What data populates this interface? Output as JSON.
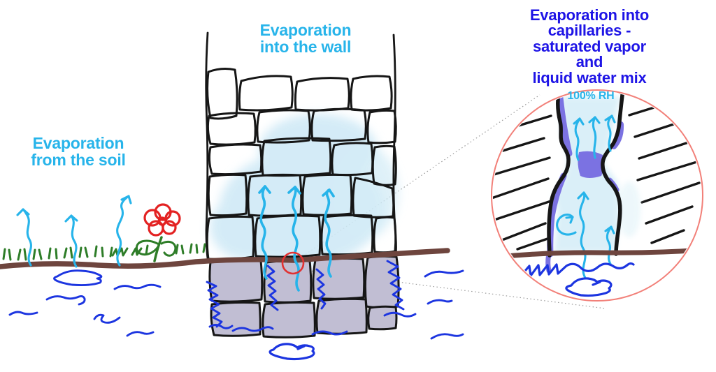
{
  "labels": {
    "soil": "Evaporation\nfrom the soil",
    "wall": "Evaporation\ninto the wall",
    "inset_title": "Evaporation into capillaries -\nsaturated vapor and\nliquid water mix",
    "rh": "100% RH"
  },
  "colors": {
    "cyan": "#27b4ea",
    "title_blue": "#1e14e6",
    "water_blue": "#1c35e0",
    "brown": "#6e453e",
    "grass_green": "#2e7d28",
    "flower_red": "#e32222",
    "marker_red": "#e03232",
    "inset_ring_red": "#f28079",
    "purple": "#7b72e2",
    "stone_fill": "#c1bed3",
    "wash_blue": "#cfe9f6",
    "channel_wash": "#d9eff8",
    "ink": "#161616",
    "connector_gray": "#9b9b9b"
  }
}
